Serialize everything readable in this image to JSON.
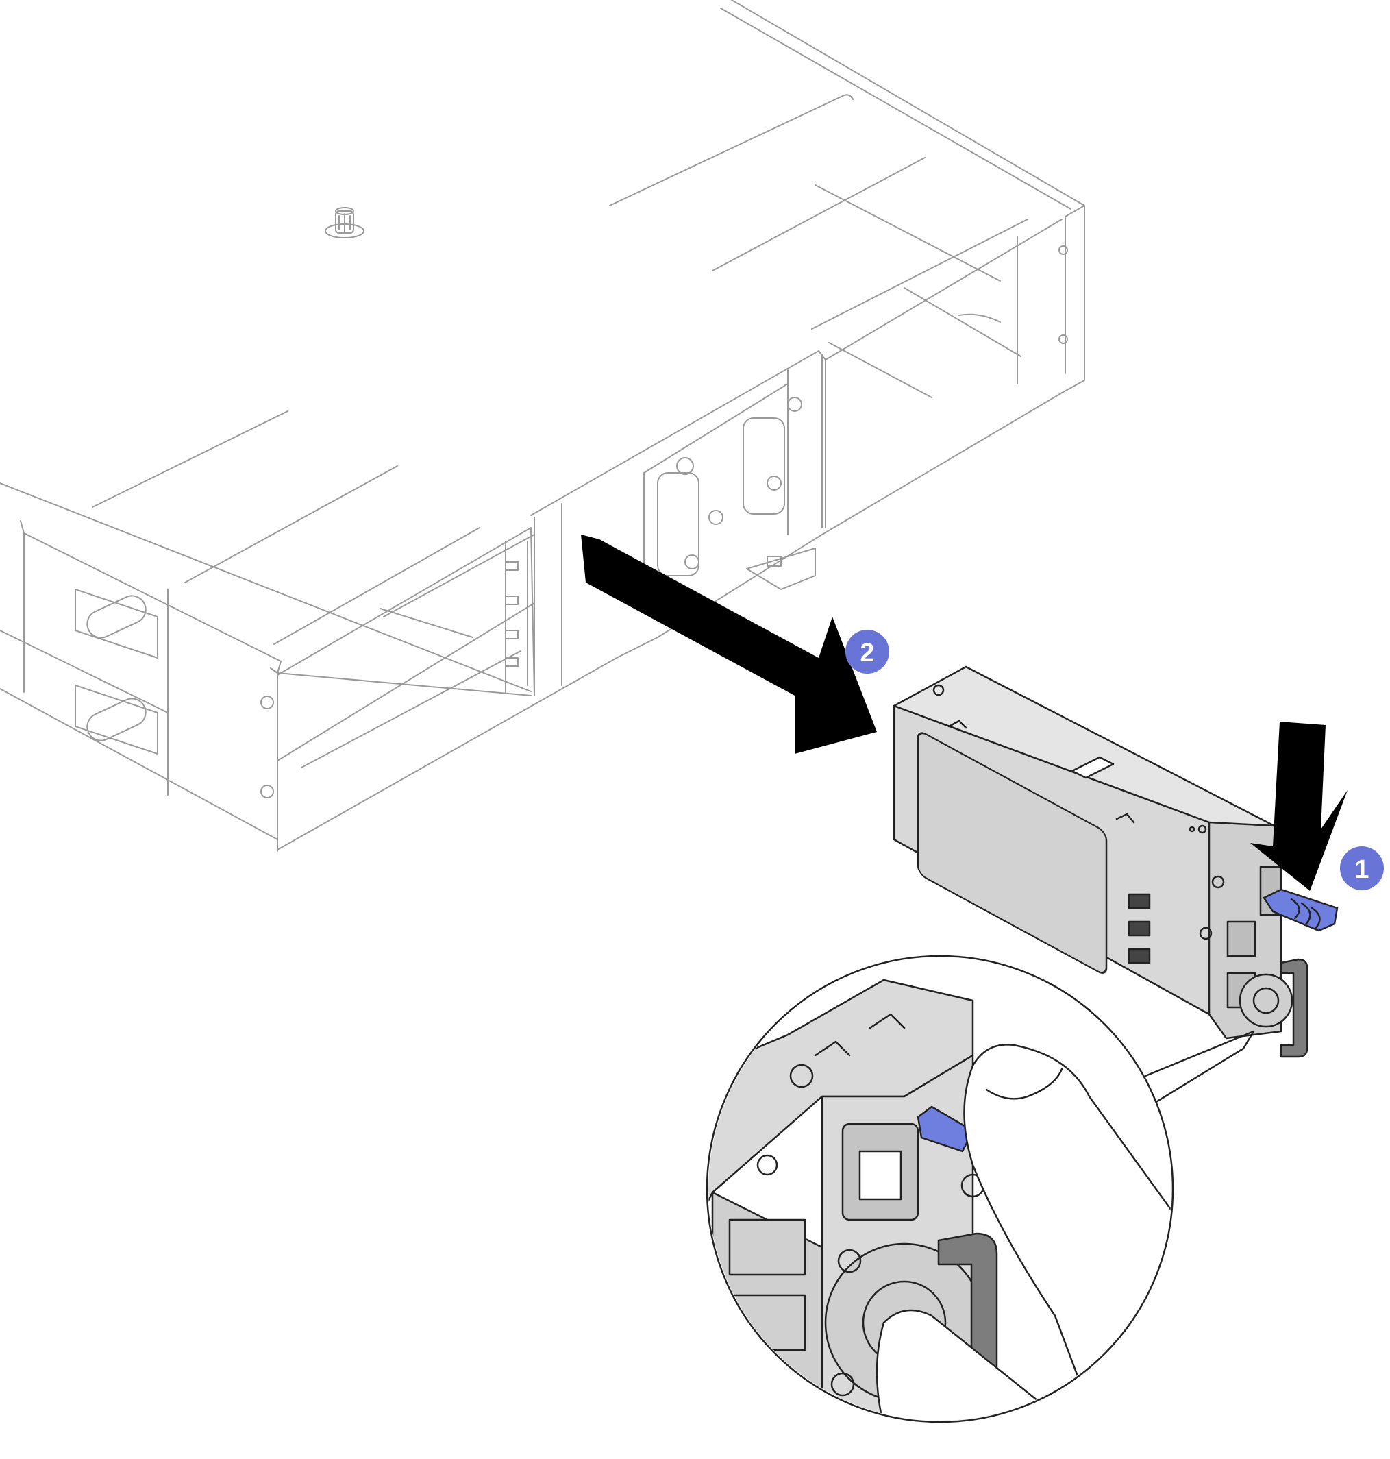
{
  "colors": {
    "callout": "#6874d6",
    "latch": "#6f7fe0",
    "latch_dark": "#4e5fc8",
    "psu_body": "#dcdcdc",
    "psu_dark": "#b9b9b9",
    "handle": "#7d7d7d",
    "arrow": "#000000",
    "chassis_line": "#9a9a9a"
  },
  "steps": [
    {
      "number": "1",
      "meaning": "press-release-latch"
    },
    {
      "number": "2",
      "meaning": "pull-power-supply-out"
    }
  ],
  "icons": [
    "callout-badge",
    "arrow-down-icon",
    "arrow-pull-out-icon",
    "release-tab-icon",
    "thumbscrew-icon",
    "handle-icon"
  ]
}
